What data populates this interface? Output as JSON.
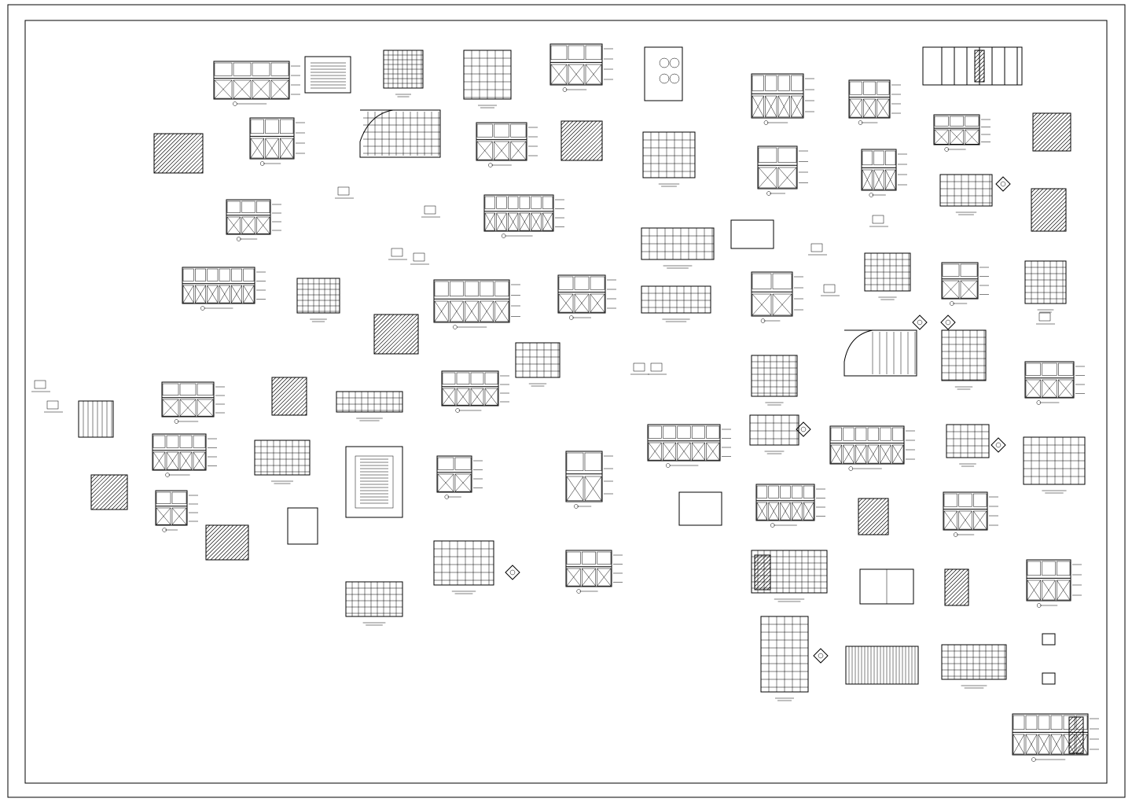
{
  "sheet": {
    "description_visible_text": "",
    "line_color": "#000000",
    "background_color": "#ffffff"
  },
  "drawings": {
    "plans": [
      {
        "kind": "room-plan"
      },
      {
        "kind": "room-plan"
      },
      {
        "kind": "room-plan"
      },
      {
        "kind": "room-plan"
      },
      {
        "kind": "room-plan"
      },
      {
        "kind": "room-plan"
      },
      {
        "kind": "room-plan"
      },
      {
        "kind": "room-plan"
      },
      {
        "kind": "room-plan"
      },
      {
        "kind": "room-plan"
      },
      {
        "kind": "room-plan"
      },
      {
        "kind": "room-plan"
      }
    ],
    "elevations": [
      {
        "kind": "cabinet-elevation"
      },
      {
        "kind": "cabinet-elevation"
      },
      {
        "kind": "cabinet-elevation"
      },
      {
        "kind": "cabinet-elevation"
      },
      {
        "kind": "cabinet-elevation"
      },
      {
        "kind": "cabinet-elevation"
      }
    ]
  }
}
